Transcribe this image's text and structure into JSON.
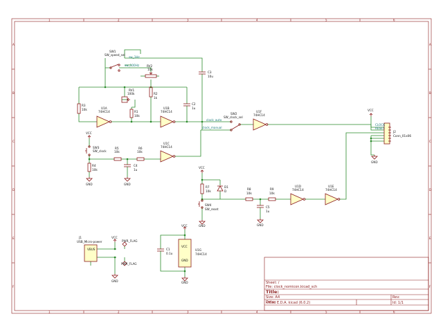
{
  "title_block": {
    "sheet": "Sheet: /",
    "file": "File: clock_nomicon.kicad_sch",
    "title": "Title:",
    "size": "Size: A4",
    "date": "Date:",
    "rev": "Rev:",
    "kicad": "KiCad E.D.A.  kicad (6.0.2)",
    "id": "Id: 1/1"
  },
  "border": {
    "columns": [
      "1",
      "2",
      "3",
      "4",
      "5",
      "6"
    ],
    "rows": [
      "A",
      "B",
      "C",
      "D",
      "E",
      "F"
    ]
  },
  "components": {
    "sw1": {
      "ref": "SW1",
      "value": "SW_speed_sel"
    },
    "rv2": {
      "ref": "RV2",
      "value": "10k"
    },
    "c3": {
      "ref": "C3",
      "value": "10u"
    },
    "rv1": {
      "ref": "RV1",
      "value": "100k"
    },
    "r2": {
      "ref": "R2",
      "value": "1k"
    },
    "r1": {
      "ref": "R1",
      "value": "10k"
    },
    "r3": {
      "ref": "R3",
      "value": "10k"
    },
    "c2": {
      "ref": "C2",
      "value": "1u"
    },
    "u1a": {
      "ref": "U1A",
      "value": "74HC14"
    },
    "u1b": {
      "ref": "U1B",
      "value": "74HC14"
    },
    "u1c": {
      "ref": "U1C",
      "value": "74HC14"
    },
    "u1d": {
      "ref": "U1D",
      "value": "74HC14"
    },
    "u1e": {
      "ref": "U1E",
      "value": "74HC14"
    },
    "u1f": {
      "ref": "U1F",
      "value": "74HC14"
    },
    "u1g": {
      "ref": "U1G",
      "value": "74HC14"
    },
    "sw2": {
      "ref": "SW2",
      "value": "SW_clock_sel"
    },
    "sw3": {
      "ref": "SW3",
      "value": "SW_clock"
    },
    "sw4": {
      "ref": "SW4",
      "value": "SW_reset"
    },
    "r4": {
      "ref": "R4",
      "value": "10k"
    },
    "r5": {
      "ref": "R5",
      "value": "10k"
    },
    "r6": {
      "ref": "R6",
      "value": "10k"
    },
    "r7": {
      "ref": "R7",
      "value": "10k"
    },
    "r8": {
      "ref": "R8",
      "value": "10k"
    },
    "r9": {
      "ref": "R9",
      "value": "10k"
    },
    "c4": {
      "ref": "C4",
      "value": "1u"
    },
    "c5": {
      "ref": "C5",
      "value": "1u"
    },
    "c1": {
      "ref": "C1",
      "value": "0.1u"
    },
    "d1": {
      "ref": "D1",
      "value": "D"
    },
    "j1": {
      "ref": "J1",
      "value": "USB_Micro-power"
    },
    "j2": {
      "ref": "J2",
      "value": "Conn_01x06"
    }
  },
  "net_labels": {
    "sw_1hz": "sw_1Hz",
    "sw_100hz": "sw_100Hz",
    "clock_auto": "clock_auto",
    "clock_manual": "clock_manual",
    "clock": "CLOCK",
    "reset": "RESET"
  },
  "power": {
    "vcc": "VCC",
    "gnd": "GND",
    "pwr_flag": "PWR_FLAG",
    "vbus": "VBUS"
  }
}
